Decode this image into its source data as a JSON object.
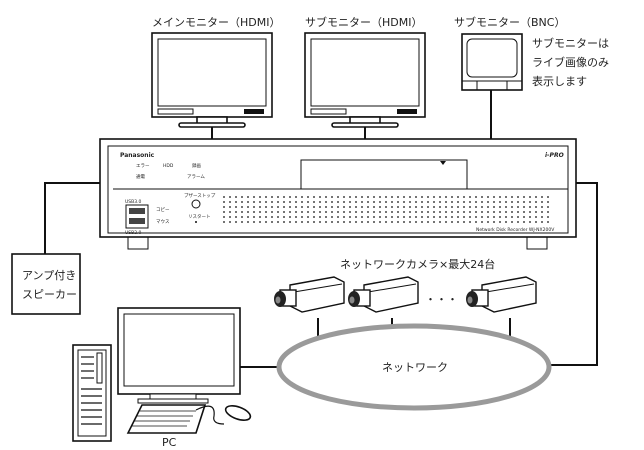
{
  "monitors": {
    "main": "メインモニター（HDMI）",
    "sub_hdmi": "サブモニター（HDMI）",
    "sub_bnc": "サブモニター（BNC）",
    "sub_note": [
      "サブモニターは",
      "ライブ画像のみ",
      "表示します"
    ]
  },
  "recorder": {
    "brand": "Panasonic",
    "logo": "i-PRO",
    "leds": [
      "エラー",
      "HDD",
      "録画",
      "通電",
      "アラーム"
    ],
    "usb_top": "USB3.0",
    "usb_bottom": "USB2.0",
    "usb_copy": "コピー",
    "usb_mouse": "マウス",
    "buzzer_stop": "ブザーストップ",
    "restart": "リスタート",
    "model": "Network Disk Recorder  WJ-NX200V"
  },
  "speaker": [
    "アンプ付き",
    "スピーカー"
  ],
  "cameras": {
    "label": "ネットワークカメラ×最大24台",
    "dots": "・・・"
  },
  "network": "ネットワーク",
  "pc": "PC",
  "colors": {
    "line": "#111111",
    "network_ring": "#9a9a9a"
  }
}
